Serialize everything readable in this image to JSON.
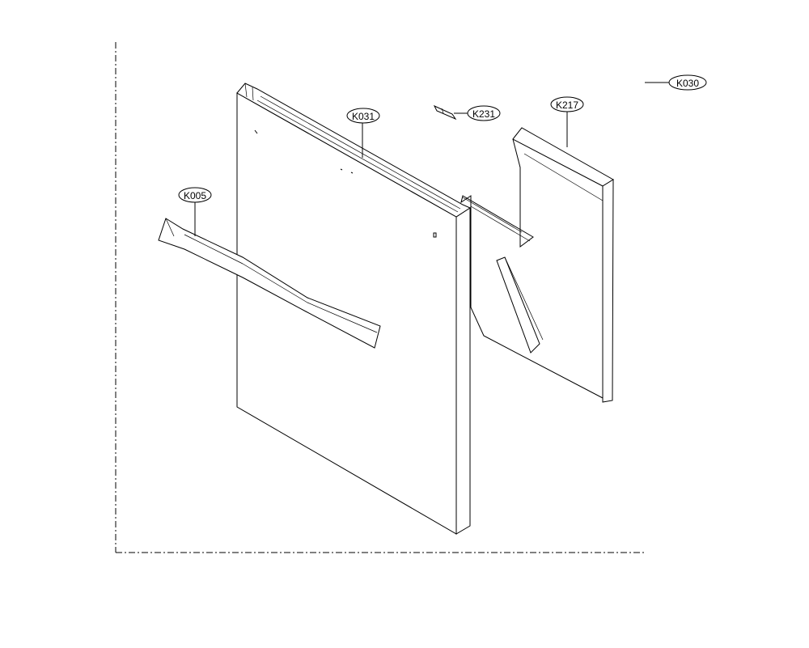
{
  "callouts": {
    "k030": "K030",
    "k031": "K031",
    "k231": "K231",
    "k217": "K217",
    "k005": "K005"
  }
}
